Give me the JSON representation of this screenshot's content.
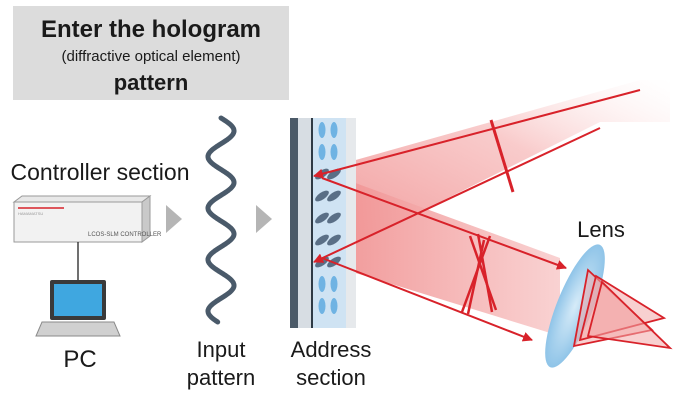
{
  "title": {
    "line1": "Enter the hologram",
    "line2": "(diffractive optical element)",
    "line3": "pattern"
  },
  "labels": {
    "controller": "Controller section",
    "pc": "PC",
    "input_line1": "Input",
    "input_line2": "pattern",
    "address_line1": "Address",
    "address_line2": "section",
    "lens": "Lens"
  },
  "device_text": {
    "brand": "HAMAMATSU",
    "model": "LCOS-SLM CONTROLLER"
  },
  "colors": {
    "beam": "#d8222a",
    "beam_fill": "#f29a9a",
    "lens": "#a9d3ee",
    "arrow_gray": "#b5b5b5",
    "wave": "#4a5a6a",
    "slm_frame": "#4b5a68"
  }
}
